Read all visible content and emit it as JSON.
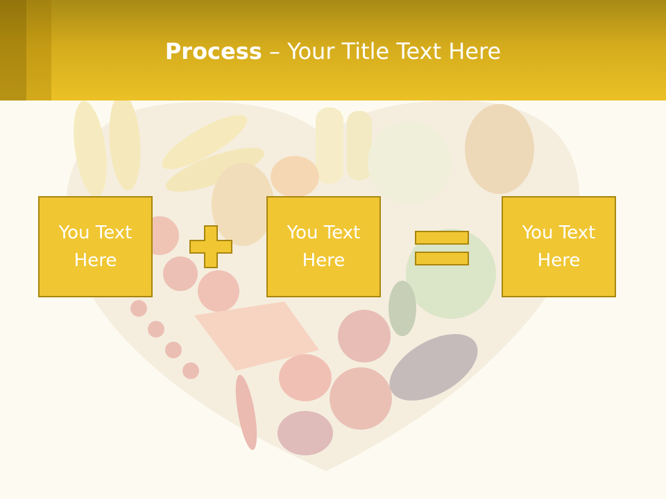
{
  "slide": {
    "title_bold": "Process",
    "title_rest": " – Your Title Text Here"
  },
  "process": {
    "boxes": [
      {
        "text": "You Text Here"
      },
      {
        "text": "You Text Here"
      },
      {
        "text": "You Text Here"
      }
    ],
    "operators": [
      "plus-icon",
      "equals-icon"
    ]
  },
  "colors": {
    "header": "#ebc126",
    "box_fill": "#f0c633",
    "box_border": "#a8860e",
    "background": "#fdfbf1"
  }
}
